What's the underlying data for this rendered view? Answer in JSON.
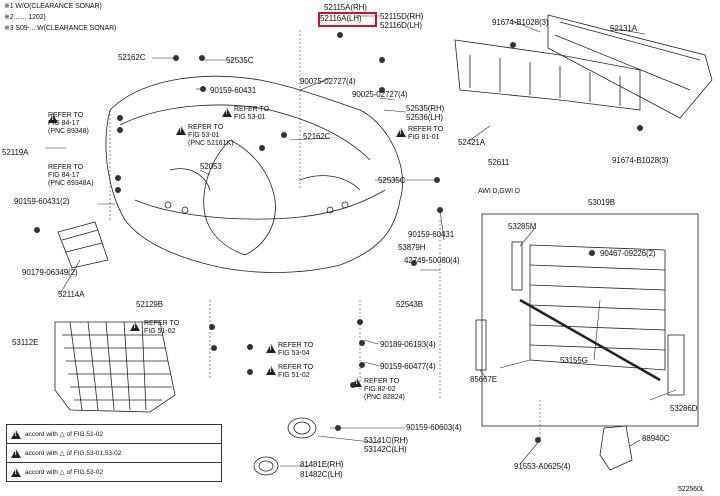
{
  "notes": {
    "n1": "※1 W/O(CLEARANCE SONAR)",
    "n2": "※2 ......  1202)",
    "n3": "※3 S09-...    W(CLEARANCE SONAR)"
  },
  "parts": {
    "p52115A": "52115A(RH)",
    "p52116A": "52116A(LH)",
    "p52115D": "52115D(RH)",
    "p52116D": "52116D(LH)",
    "p91674_b10283": "91674-B1028(3)",
    "p52131A": "52131A",
    "p52162C_top": "52162C",
    "p52535C_top": "52535C",
    "p90159_60431_top": "90159-60431",
    "p90075_02727": "90075-02727(4)",
    "p90025_02727": "90025-02727(4)",
    "p52535_rh": "52535(RH)",
    "p52536_lh": "52536(LH)",
    "p52421A": "52421A",
    "p52611": "52611",
    "p91674_b10283_b": "91674-B1028(3)",
    "p52119A": "52119A",
    "p52162C_mid": "52162C",
    "p52053": "52053",
    "p52535C_mid": "52535C",
    "p90159_60431_l": "90159-60431(2)",
    "p90159_60431_r": "90159-60431",
    "p53879H": "53879H",
    "p42749_50080": "42749-50080(4)",
    "p90179_06349": "90179-06349(2)",
    "p52543B": "52543B",
    "p52114A": "52114A",
    "p52129B": "52129B",
    "p53112E": "53112E",
    "p90189_06193": "90189-06193(4)",
    "p90159_60477": "90159-60477(4)",
    "p90159_60603": "90159-60603(4)",
    "p53141C": "53141C(RH)",
    "p53142C": "53142C(LH)",
    "p81481E": "81481E(RH)",
    "p81482C": "81482C(LH)",
    "p53019B": "53019B",
    "p53285M": "53285M",
    "p90467_09226": "90467-09226(2)",
    "p53155G": "53155G",
    "p85667E": "85667E",
    "p53286D": "53286D",
    "p88940C": "88940C",
    "p91553_a0625": "91553-A0625(4)",
    "awd": "AWI D,GWI D",
    "code": "522560L"
  },
  "refs": {
    "r_84_17_a": [
      "REFER TO",
      "FIG 84-17",
      "(PNC 89348)"
    ],
    "r_84_17_b": [
      "REFER TO",
      "FIG 84-17",
      "(PNC 89348A)"
    ],
    "r_53_01_a": [
      "REFER TO",
      "FIG 53-01"
    ],
    "r_53_01_b": [
      "REFER TO",
      "FIG 53-01",
      "(PNC 52161K)"
    ],
    "r_81_01": [
      "REFER TO",
      "FIG 81-01"
    ],
    "r_51_02_a": [
      "REFER TO",
      "FIG 51-02"
    ],
    "r_53_04": [
      "REFER TO",
      "FIG 53-04"
    ],
    "r_51_02_b": [
      "REFER TO",
      "FIG 51-02"
    ],
    "r_82_02": [
      "REFER TO",
      "FIG 82-02",
      "(PNC 82824)"
    ]
  },
  "table": [
    "accord with △ of FIG.51-02",
    "accord with △ of FIG.53-01,53-02",
    "accord with △ of FIG.53-02"
  ]
}
